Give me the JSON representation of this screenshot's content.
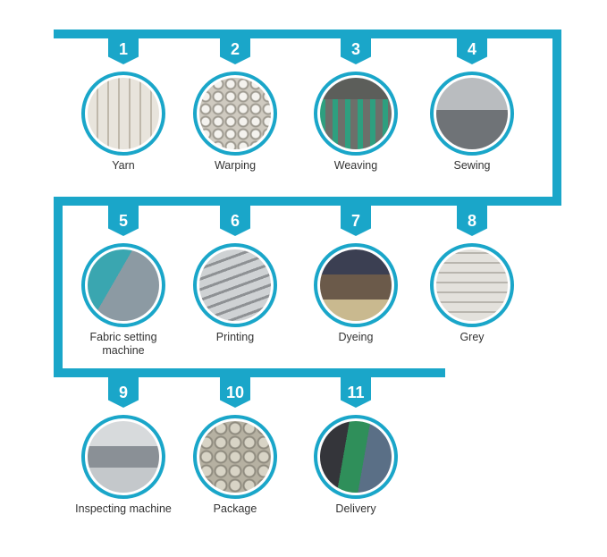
{
  "colors": {
    "accent": "#1aa6c9",
    "text": "#333333"
  },
  "steps": [
    {
      "number": "1",
      "label": "Yarn",
      "photo": "yarn-bobbins-photo"
    },
    {
      "number": "2",
      "label": "Warping",
      "photo": "warping-spools-photo"
    },
    {
      "number": "3",
      "label": "Weaving",
      "photo": "weaving-looms-photo"
    },
    {
      "number": "4",
      "label": "Sewing",
      "photo": "sewing-workshop-photo"
    },
    {
      "number": "5",
      "label": "Fabric setting machine",
      "photo": "fabric-setting-machine-photo"
    },
    {
      "number": "6",
      "label": "Printing",
      "photo": "printing-machine-photo"
    },
    {
      "number": "7",
      "label": "Dyeing",
      "photo": "dyeing-workers-photo"
    },
    {
      "number": "8",
      "label": "Grey",
      "photo": "grey-fabric-rolls-photo"
    },
    {
      "number": "9",
      "label": "Inspecting machine",
      "photo": "inspecting-machine-photo"
    },
    {
      "number": "10",
      "label": "Package",
      "photo": "packaged-rolls-photo"
    },
    {
      "number": "11",
      "label": "Delivery",
      "photo": "delivery-truck-loading-photo"
    }
  ]
}
